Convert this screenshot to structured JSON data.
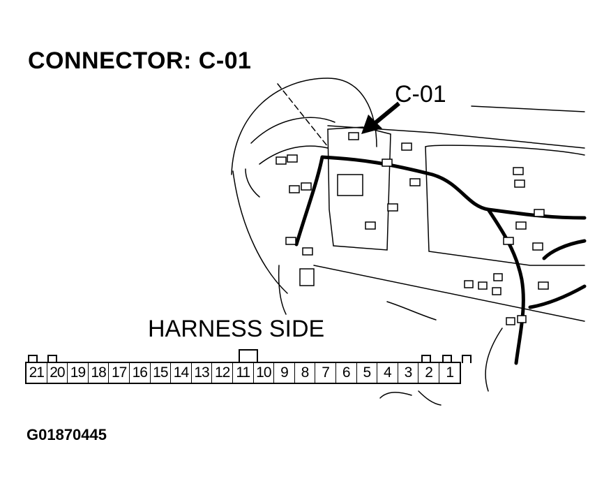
{
  "diagram": {
    "title": "CONNECTOR: C-01",
    "callout_label": "C-01",
    "harness_label": "HARNESS SIDE",
    "figure_code": "G01870445"
  },
  "connector": {
    "pins": [
      "21",
      "20",
      "19",
      "18",
      "17",
      "16",
      "15",
      "14",
      "13",
      "12",
      "11",
      "10",
      "9",
      "8",
      "7",
      "6",
      "5",
      "4",
      "3",
      "2",
      "1"
    ]
  }
}
